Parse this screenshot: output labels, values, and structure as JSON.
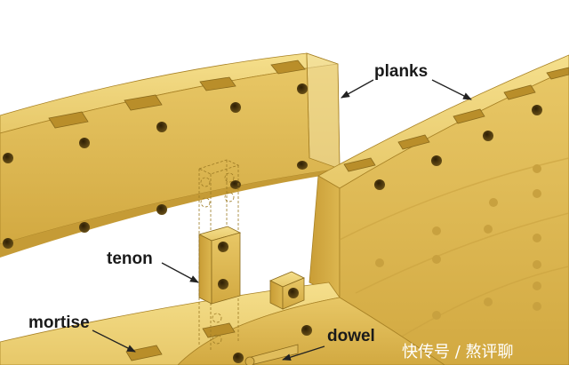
{
  "labels": {
    "planks": "planks",
    "tenon": "tenon",
    "mortise": "mortise",
    "dowel": "dowel"
  },
  "watermark": "快传号 / 熬评聊",
  "colors": {
    "wood_face": "#e2bf58",
    "wood_light": "#f0d77e",
    "wood_dark": "#b48d2b",
    "hole": "#4e3a10",
    "outline": "#8a6a1c",
    "arrow": "#222222"
  }
}
